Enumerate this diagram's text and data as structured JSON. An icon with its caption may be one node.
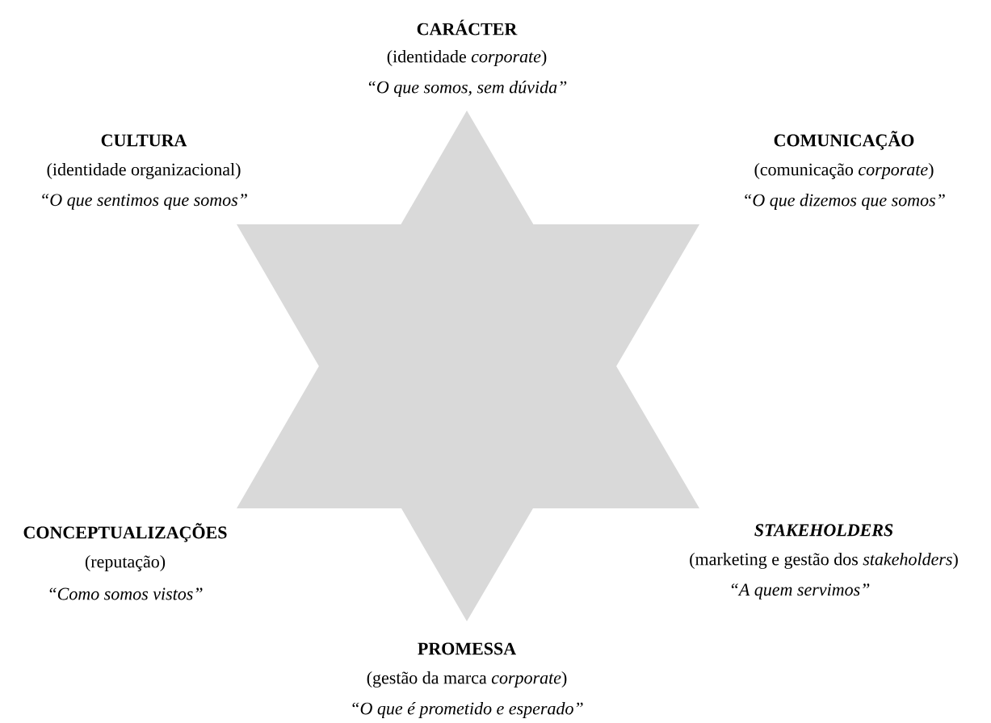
{
  "diagram": {
    "labels": [
      "CARÁCTER",
      "(identidade *corporate*)",
      "“O que somos, sem dúvida”",
      "CULTURA",
      "(identidade organizacional)",
      "“O que sentimos que somos”",
      "COMUNICAÇÃO",
      "(comunicação *corporate*)",
      "“O que dizemos que somos”",
      "CONCEPTUALIZAÇÕES",
      "(reputação)",
      "“Como somos vistos”",
      "STAKEHOLDERS",
      "(marketing e gestão dos *stakeholders*)",
      "“A quem servimos”",
      "PROMESSA",
      "(gestão da marca *corporate*)",
      "“O que é prometido e esperado”"
    ]
  }
}
